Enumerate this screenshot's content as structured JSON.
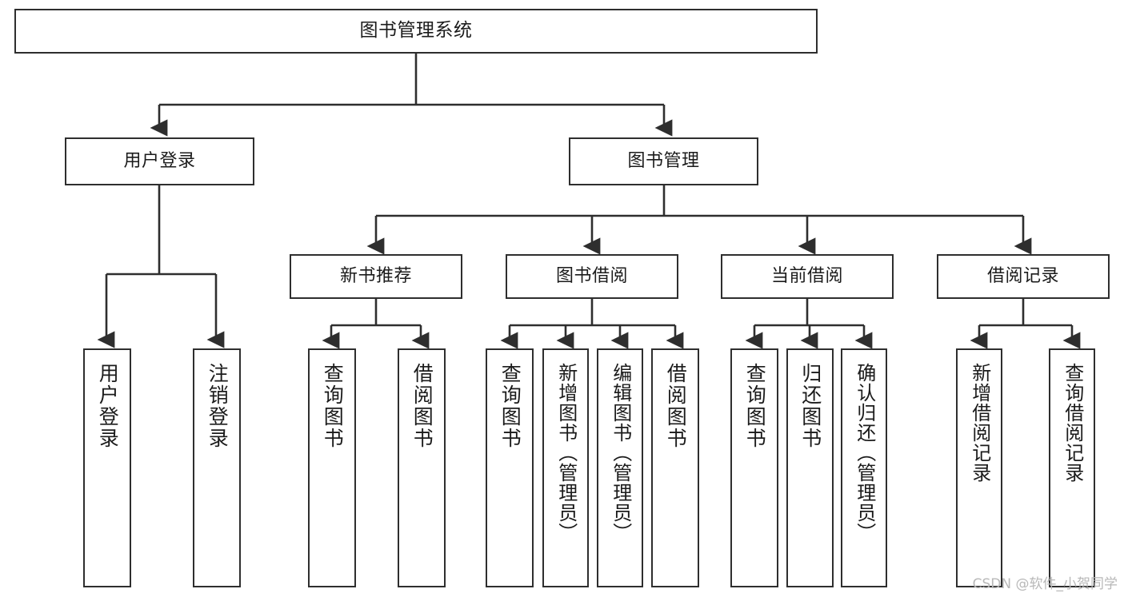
{
  "diagram": {
    "title": "图书管理系统",
    "watermark": "CSDN @软件_小贺同学",
    "colors": {
      "box_border": "#2e2e2e",
      "box_fill": "#ffffff",
      "line": "#2e2e2e",
      "text": "#1b1b1b",
      "watermark": "#b8b8b8",
      "background": "#ffffff"
    },
    "root": {
      "label": "图书管理系统"
    },
    "level2": [
      {
        "label": "用户登录"
      },
      {
        "label": "图书管理"
      }
    ],
    "level3": [
      {
        "label": "新书推荐"
      },
      {
        "label": "图书借阅"
      },
      {
        "label": "当前借阅"
      },
      {
        "label": "借阅记录"
      }
    ],
    "leaves": {
      "user_login": [
        {
          "label": "用户登录"
        },
        {
          "label": "注销登录"
        }
      ],
      "new_book_recommend": [
        {
          "label": "查询图书"
        },
        {
          "label": "借阅图书"
        }
      ],
      "book_borrow": [
        {
          "label": "查询图书"
        },
        {
          "label": "新增图书（管理员）"
        },
        {
          "label": "编辑图书（管理员）"
        },
        {
          "label": "借阅图书"
        }
      ],
      "current_borrow": [
        {
          "label": "查询图书"
        },
        {
          "label": "归还图书"
        },
        {
          "label": "确认归还（管理员）"
        }
      ],
      "borrow_record": [
        {
          "label": "新增借阅记录"
        },
        {
          "label": "查询借阅记录"
        }
      ]
    }
  }
}
